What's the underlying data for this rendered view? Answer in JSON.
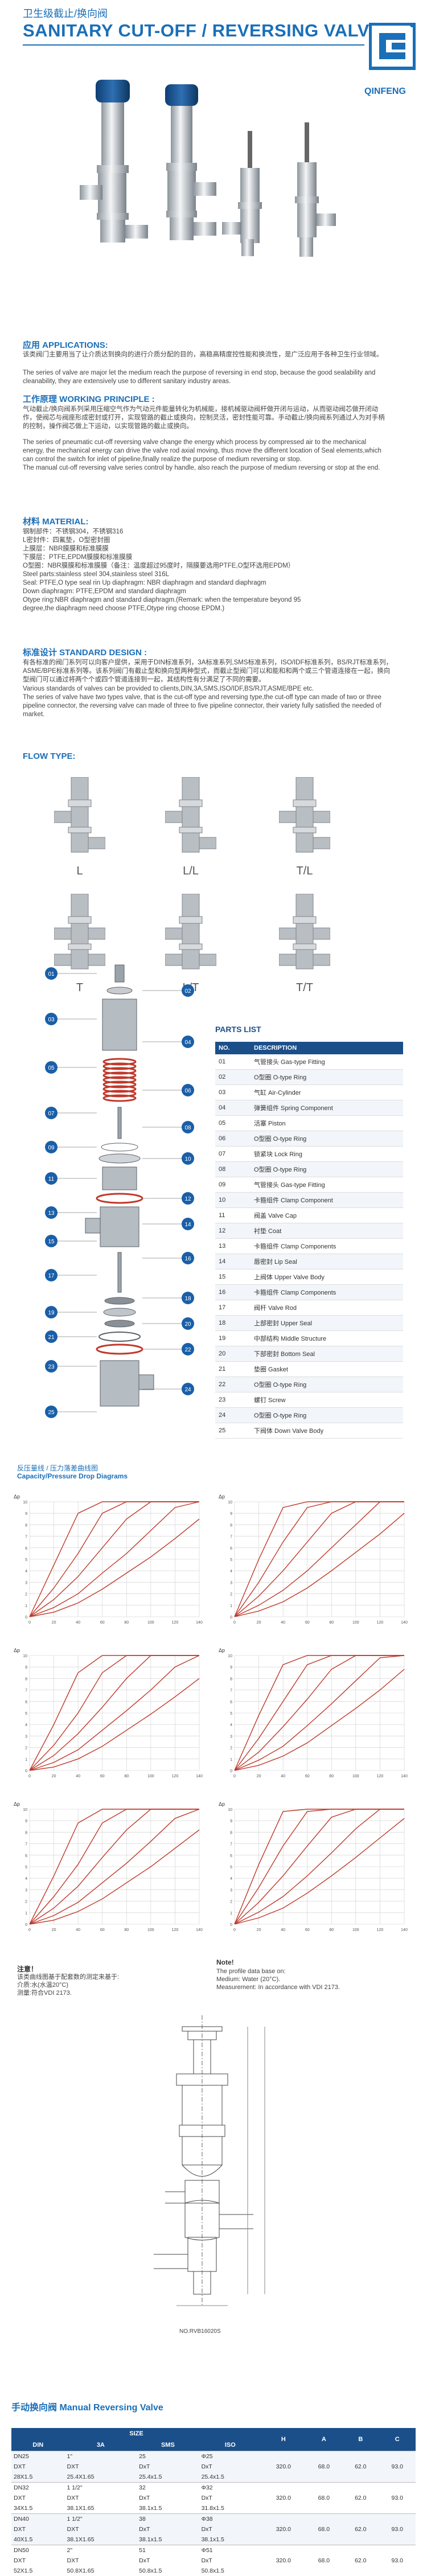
{
  "header": {
    "title_cn": "卫生级截止/换向阀",
    "title_en": "SANITARY CUT-OFF / REVERSING VALVE",
    "logo_text": "QINFENG"
  },
  "application": {
    "heading": "应用 APPLICATIONS:",
    "text_cn": "该类阀门主要用当了让介质达到换向的进行介质分配的目的，高稳高精度控性能和换流性，是广泛应用于各种卫生行业领域。",
    "text_en": "The series of valve are major let the medium reach the purpose of reversing in end stop, because the good sealability and cleanability, they are extensively use to different sanitary industry areas."
  },
  "principle": {
    "heading": "工作原理 WORKING PRINCIPLE :",
    "text_cn": "气动截止/换向阀系列采用压缩空气作为气动元件能量转化为机械能，接机械驱动阀杆做开闭与运动，从而驱动阀芯做开闭动作，使阀芯与阀座形成密封或打开，实现管路的截止或换向，控制灵活，密封性能可靠。手动截止/换向阀系列通过人为对手柄的控制，操作阀芯做上下运动，以实现管路的截止或换向。",
    "text_en": "The series of pneumatic cut-off reversing valve change the energy which process by compressed air to the mechanical energy, the mechanical energy can drive the valve rod axial moving, thus move the different location of Seal elements,which can control the switch for inlet of pipeline,finally realize the purpose of medium reversing or stop.\nThe manual cut-off reversing valve series control by handle, also reach the purpose of medium reversing or stop at the end."
  },
  "material": {
    "heading": "材料 MATERIAL:",
    "text": "钢制部件：不锈钢304，不锈钢316\nL密封件：四氟垫，O型密封圈\n上膜层：NBR膜膜和标准膜膜\n下膜层：PTFE,EPDM膜膜和标准膜膜\nO型圈：NBR膜膜和标准膜膜（备注：温度超过95度时，隔膜要选用PTFE,O型环选用EPDM）\nSteel parts:stainless steel 304,stainless steel 316L\nSeal: PTFE,O type seal rin Up diaphragm: NBR diaphragm and standard diaphragm\nDown diaphragm: PTFE,EPDM and standard diaphragm\nOtype ring:NBR diaphragm and standard diaphragm.(Remark: when the temperature beyond 95\ndegree,the diaphragm need choose PTFE,Otype ring choose EPDM.)"
  },
  "standard": {
    "heading": "标准设计 STANDARD DESIGN :",
    "text_cn": "有各标准的阀门系列可以向客户提供，采用于DIN标准系列，3A标准系列,SMS标准系列，ISO/IDF标准系列，BS/RJT标准系列，ASME/BPE标准系列等。该系列阀门有截止型和换向型两种型式，而截止型阀门可以和能和和两个或三个管道连接在一起，换向型阀门可以通过将两个个或四个管道连接到一起，其结构性有分满足了不同的需要。",
    "text_en": "Various standards of valves can be provided to clients,DIN,3A,SMS,ISO/IDF,BS/RJT,ASME/BPE etc.\nThe series of valve have two types valve, that is the cut-off type and reversing type,the cut-off type can made of two or three pipeline connector, the reversing valve can made of three to five pipeline connector, their variety fully satisfied the needed of market."
  },
  "flow_type": {
    "heading": "FLOW TYPE:",
    "items": [
      "L",
      "L/L",
      "T/L",
      "T",
      "L/T",
      "T/T"
    ]
  },
  "parts": {
    "heading": "PARTS LIST",
    "col_no": "NO.",
    "col_desc": "DESCRIPTION",
    "rows": [
      [
        "01",
        "气管接头 Gas-type Fitting"
      ],
      [
        "02",
        "O型圈 O-type Ring"
      ],
      [
        "03",
        "气缸 Air-Cylinder"
      ],
      [
        "04",
        "弹簧组件 Spring Component"
      ],
      [
        "05",
        "活塞 Piston"
      ],
      [
        "06",
        "O型圈 O-type Ring"
      ],
      [
        "07",
        "锁紧块 Lock Ring"
      ],
      [
        "08",
        "O型圈 O-type Ring"
      ],
      [
        "09",
        "气管接头 Gas-type Fitting"
      ],
      [
        "10",
        "卡箍组件 Clamp Component"
      ],
      [
        "11",
        "阀盖 Valve Cap"
      ],
      [
        "12",
        "衬垫 Coat"
      ],
      [
        "13",
        "卡箍组件 Clamp Components"
      ],
      [
        "14",
        "唇密封 Lip Seal"
      ],
      [
        "15",
        "上阀体 Upper Valve Body"
      ],
      [
        "16",
        "卡箍组件 Clamp Components"
      ],
      [
        "17",
        "阀杆 Valve Rod"
      ],
      [
        "18",
        "上部密封 Upper Seal"
      ],
      [
        "19",
        "中部结构 Middle Structure"
      ],
      [
        "20",
        "下部密封 Bottom Seal"
      ],
      [
        "21",
        "垫圈 Gasket"
      ],
      [
        "22",
        "O型圈 O-type Ring"
      ],
      [
        "23",
        "螺钉 Screw"
      ],
      [
        "24",
        "O型圈 O-type Ring"
      ],
      [
        "25",
        "下阀体 Down Valve Body"
      ]
    ],
    "callouts": [
      "01",
      "02",
      "03",
      "04",
      "05",
      "06",
      "07",
      "08",
      "09",
      "10",
      "11",
      "12",
      "13",
      "14",
      "15",
      "16",
      "17",
      "18",
      "19",
      "20",
      "21",
      "22",
      "23",
      "24",
      "25"
    ]
  },
  "capacity": {
    "heading_cn": "反压量线 / 压力落差曲线图",
    "heading_en": "Capacity/Pressure Drop Diagrams",
    "note_cn_title": "注意！",
    "note_cn": "该类曲线图基于配套数的测定来基于:\n介质:水(水温20°C)\n测量:符合VDI 2173.",
    "note_en_title": "Note!",
    "note_en": "The profile data base on:\nMedium: Water (20°C).\nMeasurement: In accordance with VDI 2173."
  },
  "chart_data": [
    {
      "type": "line",
      "xlabel": "",
      "ylabel": "Δp",
      "x": [
        0,
        20,
        40,
        60,
        80,
        100,
        120,
        140
      ],
      "xlim": [
        0,
        140
      ],
      "ylim": [
        0,
        10
      ],
      "series": [
        {
          "values": [
            0,
            4.5,
            9,
            10,
            10,
            10,
            10,
            10
          ]
        },
        {
          "values": [
            0,
            2.5,
            5.5,
            9,
            10,
            10,
            10,
            10
          ]
        },
        {
          "values": [
            0,
            1.5,
            3.5,
            6,
            8.5,
            10,
            10,
            10
          ]
        },
        {
          "values": [
            0,
            0.8,
            2,
            3.8,
            5.5,
            7.5,
            9.5,
            10
          ]
        },
        {
          "values": [
            0,
            0.4,
            1.2,
            2.4,
            3.8,
            5.2,
            6.8,
            8.5
          ]
        }
      ]
    },
    {
      "type": "line",
      "xlabel": "",
      "ylabel": "Δp",
      "x": [
        0,
        20,
        40,
        60,
        80,
        100,
        120,
        140
      ],
      "xlim": [
        0,
        140
      ],
      "ylim": [
        0,
        10
      ],
      "series": [
        {
          "values": [
            0,
            5,
            9.5,
            10,
            10,
            10,
            10,
            10
          ]
        },
        {
          "values": [
            0,
            3,
            6.5,
            9.5,
            10,
            10,
            10,
            10
          ]
        },
        {
          "values": [
            0,
            1.8,
            4,
            6.5,
            9,
            10,
            10,
            10
          ]
        },
        {
          "values": [
            0,
            1,
            2.3,
            4,
            6,
            8,
            10,
            10
          ]
        },
        {
          "values": [
            0,
            0.5,
            1.3,
            2.5,
            4,
            5.6,
            7.2,
            9
          ]
        }
      ]
    },
    {
      "type": "line",
      "xlabel": "",
      "ylabel": "Δp",
      "x": [
        0,
        20,
        40,
        60,
        80,
        100,
        120,
        140
      ],
      "xlim": [
        0,
        140
      ],
      "ylim": [
        0,
        10
      ],
      "series": [
        {
          "values": [
            0,
            4,
            8.5,
            10,
            10,
            10,
            10,
            10
          ]
        },
        {
          "values": [
            0,
            2.2,
            5,
            8.5,
            10,
            10,
            10,
            10
          ]
        },
        {
          "values": [
            0,
            1.3,
            3.2,
            5.5,
            8,
            10,
            10,
            10
          ]
        },
        {
          "values": [
            0,
            0.7,
            1.8,
            3.5,
            5.2,
            7,
            9,
            10
          ]
        },
        {
          "values": [
            0,
            0.3,
            1,
            2.1,
            3.5,
            4.9,
            6.4,
            8
          ]
        }
      ]
    },
    {
      "type": "line",
      "xlabel": "",
      "ylabel": "Δp",
      "x": [
        0,
        20,
        40,
        60,
        80,
        100,
        120,
        140
      ],
      "xlim": [
        0,
        140
      ],
      "ylim": [
        0,
        10
      ],
      "series": [
        {
          "values": [
            0,
            4.8,
            9.2,
            10,
            10,
            10,
            10,
            10
          ]
        },
        {
          "values": [
            0,
            2.8,
            6,
            9.2,
            10,
            10,
            10,
            10
          ]
        },
        {
          "values": [
            0,
            1.6,
            3.8,
            6.2,
            8.8,
            10,
            10,
            10
          ]
        },
        {
          "values": [
            0,
            0.9,
            2.1,
            3.9,
            5.8,
            7.8,
            9.8,
            10
          ]
        },
        {
          "values": [
            0,
            0.45,
            1.25,
            2.4,
            3.9,
            5.4,
            7,
            8.8
          ]
        }
      ]
    },
    {
      "type": "line",
      "xlabel": "",
      "ylabel": "Δp",
      "x": [
        0,
        20,
        40,
        60,
        80,
        100,
        120,
        140
      ],
      "xlim": [
        0,
        140
      ],
      "ylim": [
        0,
        10
      ],
      "series": [
        {
          "values": [
            0,
            4.2,
            8.8,
            10,
            10,
            10,
            10,
            10
          ]
        },
        {
          "values": [
            0,
            2.4,
            5.2,
            8.8,
            10,
            10,
            10,
            10
          ]
        },
        {
          "values": [
            0,
            1.4,
            3.3,
            5.8,
            8.2,
            10,
            10,
            10
          ]
        },
        {
          "values": [
            0,
            0.75,
            1.9,
            3.6,
            5.3,
            7.2,
            9.2,
            10
          ]
        },
        {
          "values": [
            0,
            0.35,
            1.1,
            2.2,
            3.6,
            5,
            6.6,
            8.2
          ]
        }
      ]
    },
    {
      "type": "line",
      "xlabel": "",
      "ylabel": "Δp",
      "x": [
        0,
        20,
        40,
        60,
        80,
        100,
        120,
        140
      ],
      "xlim": [
        0,
        140
      ],
      "ylim": [
        0,
        10
      ],
      "series": [
        {
          "values": [
            0,
            5.2,
            9.8,
            10,
            10,
            10,
            10,
            10
          ]
        },
        {
          "values": [
            0,
            3.2,
            6.8,
            9.8,
            10,
            10,
            10,
            10
          ]
        },
        {
          "values": [
            0,
            1.9,
            4.2,
            6.8,
            9.3,
            10,
            10,
            10
          ]
        },
        {
          "values": [
            0,
            1.05,
            2.4,
            4.2,
            6.2,
            8.3,
            10,
            10
          ]
        },
        {
          "values": [
            0,
            0.55,
            1.4,
            2.7,
            4.2,
            5.8,
            7.5,
            9.2
          ]
        }
      ]
    }
  ],
  "drawing": {
    "label": "NO.RVB16020S"
  },
  "manual": {
    "heading": "手动换向阀 Manual Reversing Valve",
    "size_label": "SIZE",
    "cols": [
      "DIN",
      "3A",
      "SMS",
      "ISO",
      "H",
      "A",
      "B",
      "C"
    ],
    "groups": [
      {
        "rows": [
          [
            "DN25",
            "1\"",
            "25",
            "Φ25"
          ],
          [
            "DXT",
            "DXT",
            "DxT",
            "DxT"
          ],
          [
            "28X1.5",
            "25.4X1.65",
            "25.4x1.5",
            "25.4x1.5"
          ]
        ],
        "H": "320.0",
        "A": "68.0",
        "B": "62.0",
        "C": "93.0"
      },
      {
        "rows": [
          [
            "DN32",
            "1 1/2\"",
            "32",
            "Φ32"
          ],
          [
            "DXT",
            "DXT",
            "DxT",
            "DxT"
          ],
          [
            "34X1.5",
            "38.1X1.65",
            "38.1x1.5",
            "31.8x1.5"
          ]
        ],
        "H": "320.0",
        "A": "68.0",
        "B": "62.0",
        "C": "93.0"
      },
      {
        "rows": [
          [
            "DN40",
            "1 1/2\"",
            "38",
            "Φ38"
          ],
          [
            "DXT",
            "DXT",
            "DxT",
            "DxT"
          ],
          [
            "40X1.5",
            "38.1X1.65",
            "38.1x1.5",
            "38.1x1.5"
          ]
        ],
        "H": "320.0",
        "A": "68.0",
        "B": "62.0",
        "C": "93.0"
      },
      {
        "rows": [
          [
            "DN50",
            "2\"",
            "51",
            "Φ51"
          ],
          [
            "DXT",
            "DXT",
            "DxT",
            "DxT"
          ],
          [
            "52X1.5",
            "50.8X1.65",
            "50.8x1.5",
            "50.8x1.5"
          ]
        ],
        "H": "320.0",
        "A": "68.0",
        "B": "62.0",
        "C": "93.0"
      }
    ]
  },
  "colors": {
    "brand": "#1a6fb8",
    "table_header": "#1a4f8a",
    "chart_lines": "#c0392b",
    "flow_title": "#1a6fb8"
  }
}
